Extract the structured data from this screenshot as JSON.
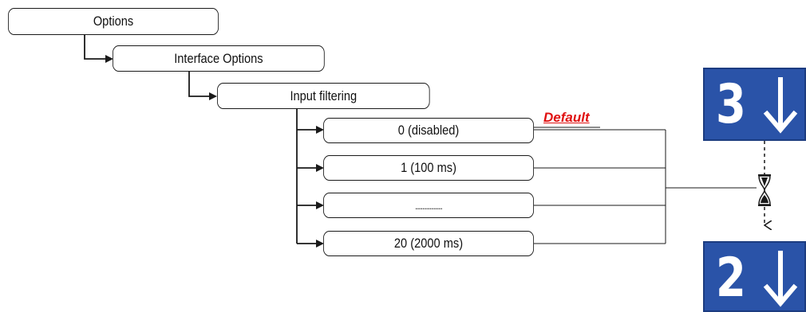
{
  "menu": {
    "options": "Options",
    "interface_options": "Interface Options",
    "input_filtering": "Input filtering",
    "values": [
      "0 (disabled)",
      "1 (100 ms)",
      "...............",
      "20 (2000 ms)"
    ]
  },
  "default_label": "Default",
  "display": {
    "before_digit": "3",
    "after_digit": "2",
    "panel_color": "#2a53a8",
    "arrow_icon": "arrow-down-icon"
  },
  "colors": {
    "default_label": "#e01010",
    "lines": "#1a1a1a"
  }
}
